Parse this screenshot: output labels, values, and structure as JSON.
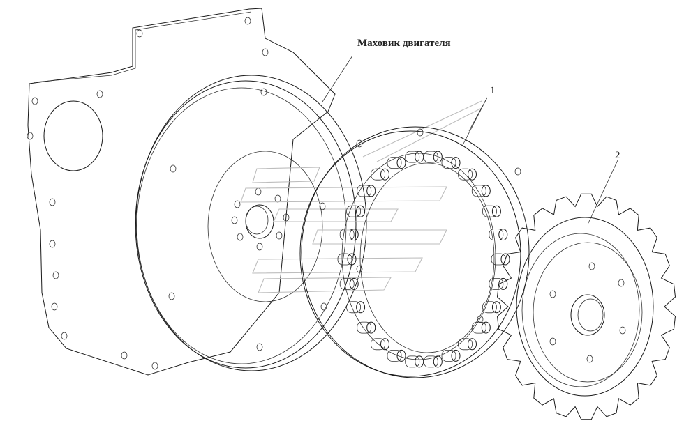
{
  "labels": {
    "flywheel": "Маховик двигателя",
    "part_1": "1",
    "part_2": "2"
  },
  "colors": {
    "line": "#1a1a1a",
    "background": "#ffffff",
    "watermark": "#bdbdbd"
  }
}
